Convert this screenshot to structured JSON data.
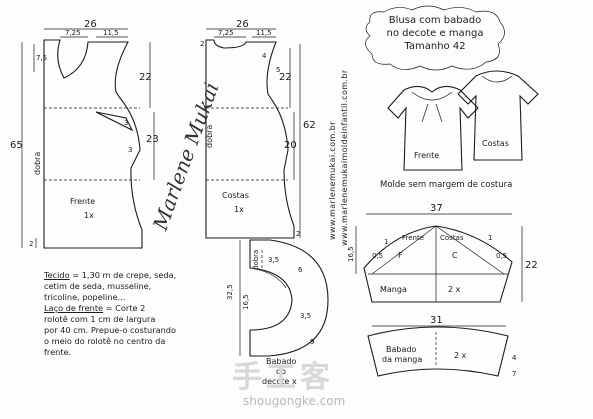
{
  "title": {
    "line1": "Blusa com babado",
    "line2": "no decote e manga",
    "line3": "Tamanho 42"
  },
  "subtitle": "Molde sem margem de costura",
  "urls": {
    "url1": "www.marlenemukai.com.br",
    "url2": "www.marlenemukaimoldeinfantil.com.br"
  },
  "signature": "Marlene Mukai",
  "watermark": {
    "cn": "手工客",
    "site": "shougongke.com"
  },
  "front": {
    "width": "26",
    "top_left": "7,25",
    "top_right": "11,5",
    "neck_depth": "7,5",
    "side_top": "22",
    "side_mid": "23",
    "dart_a": "3",
    "dart_b": "3",
    "length": "65",
    "hem": "2",
    "fold": "dobra",
    "name": "Frente",
    "count": "1x"
  },
  "back": {
    "width": "26",
    "top_left": "7,25",
    "top_right": "11,5",
    "small_a": "2",
    "small_b": "4",
    "shoulder": "5",
    "side_top": "22",
    "side_mid": "20",
    "length": "62",
    "hem": "2",
    "fold": "dobra",
    "name": "Costas",
    "count": "1x"
  },
  "collar": {
    "fold": "dobra",
    "m1": "32,5",
    "m2": "16,5",
    "m3": "3,5",
    "m4": "6",
    "m5": "3,5",
    "m6": "9",
    "name_line1": "Babado",
    "name_line2": "do",
    "name_line3": "decote",
    "count": "x"
  },
  "sleeve": {
    "width": "37",
    "cap_left": "16,5",
    "total": "22",
    "front_mark": "F",
    "center_mark": "C",
    "front_label": "Frente",
    "back_label": "Costas",
    "curve_a": "1",
    "curve_b": "0,5",
    "curve_c": "1",
    "curve_d": "0,5",
    "name": "Manga",
    "count": "2 x"
  },
  "sleeve_ruffle": {
    "width": "31",
    "height": "4",
    "name_line1": "Babado",
    "name_line2": "da manga",
    "count": "2 x",
    "small": "7"
  },
  "illustration": {
    "front_label": "Frente",
    "back_label": "Costas"
  },
  "notes": {
    "l1_a": "Tecido",
    "l1_b": " = 1,30 m de crepe, seda,",
    "l2": "cetim de seda, musseline,",
    "l3": "tricoline, popeline...",
    "l4_a": "Laço de frente",
    "l4_b": " = Corte 2",
    "l5": "rolotê com 1 cm de largura",
    "l6": "por 40 cm. Prepue-o costurando",
    "l7": "o meio do rolotê no centro da",
    "l8": "frente."
  }
}
